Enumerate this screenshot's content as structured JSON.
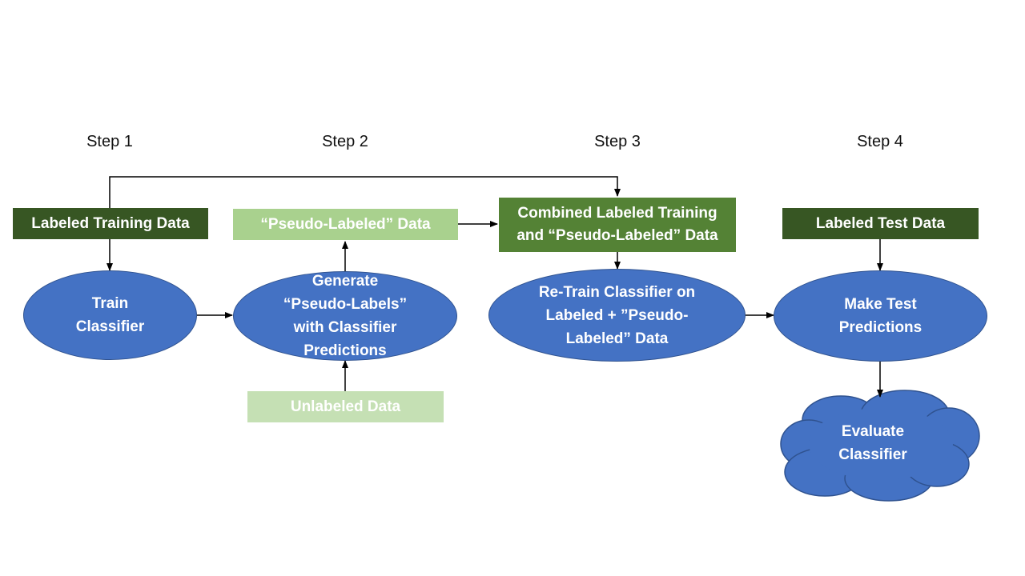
{
  "steps": {
    "step1": "Step 1",
    "step2": "Step 2",
    "step3": "Step 3",
    "step4": "Step 4"
  },
  "boxes": {
    "labeled_training": "Labeled Training Data",
    "pseudo_labeled": "“Pseudo-Labeled” Data",
    "combined": "Combined Labeled Training\nand “Pseudo-Labeled” Data",
    "labeled_test": "Labeled Test Data",
    "unlabeled": "Unlabeled Data"
  },
  "nodes": {
    "train": "Train\nClassifier",
    "generate": "Generate\n“Pseudo-Labels”\nwith Classifier\nPredictions",
    "retrain": "Re-Train Classifier on\nLabeled + ”Pseudo-\nLabeled” Data",
    "predict": "Make Test\nPredictions",
    "evaluate": "Evaluate\nClassifier"
  },
  "colors": {
    "dark_green": "#375623",
    "mid_green": "#548235",
    "light_green": "#a9d18e",
    "pale_green": "#c5e0b4",
    "blue": "#4472c4",
    "blue_border": "#2f528f",
    "arrow": "#000000"
  }
}
